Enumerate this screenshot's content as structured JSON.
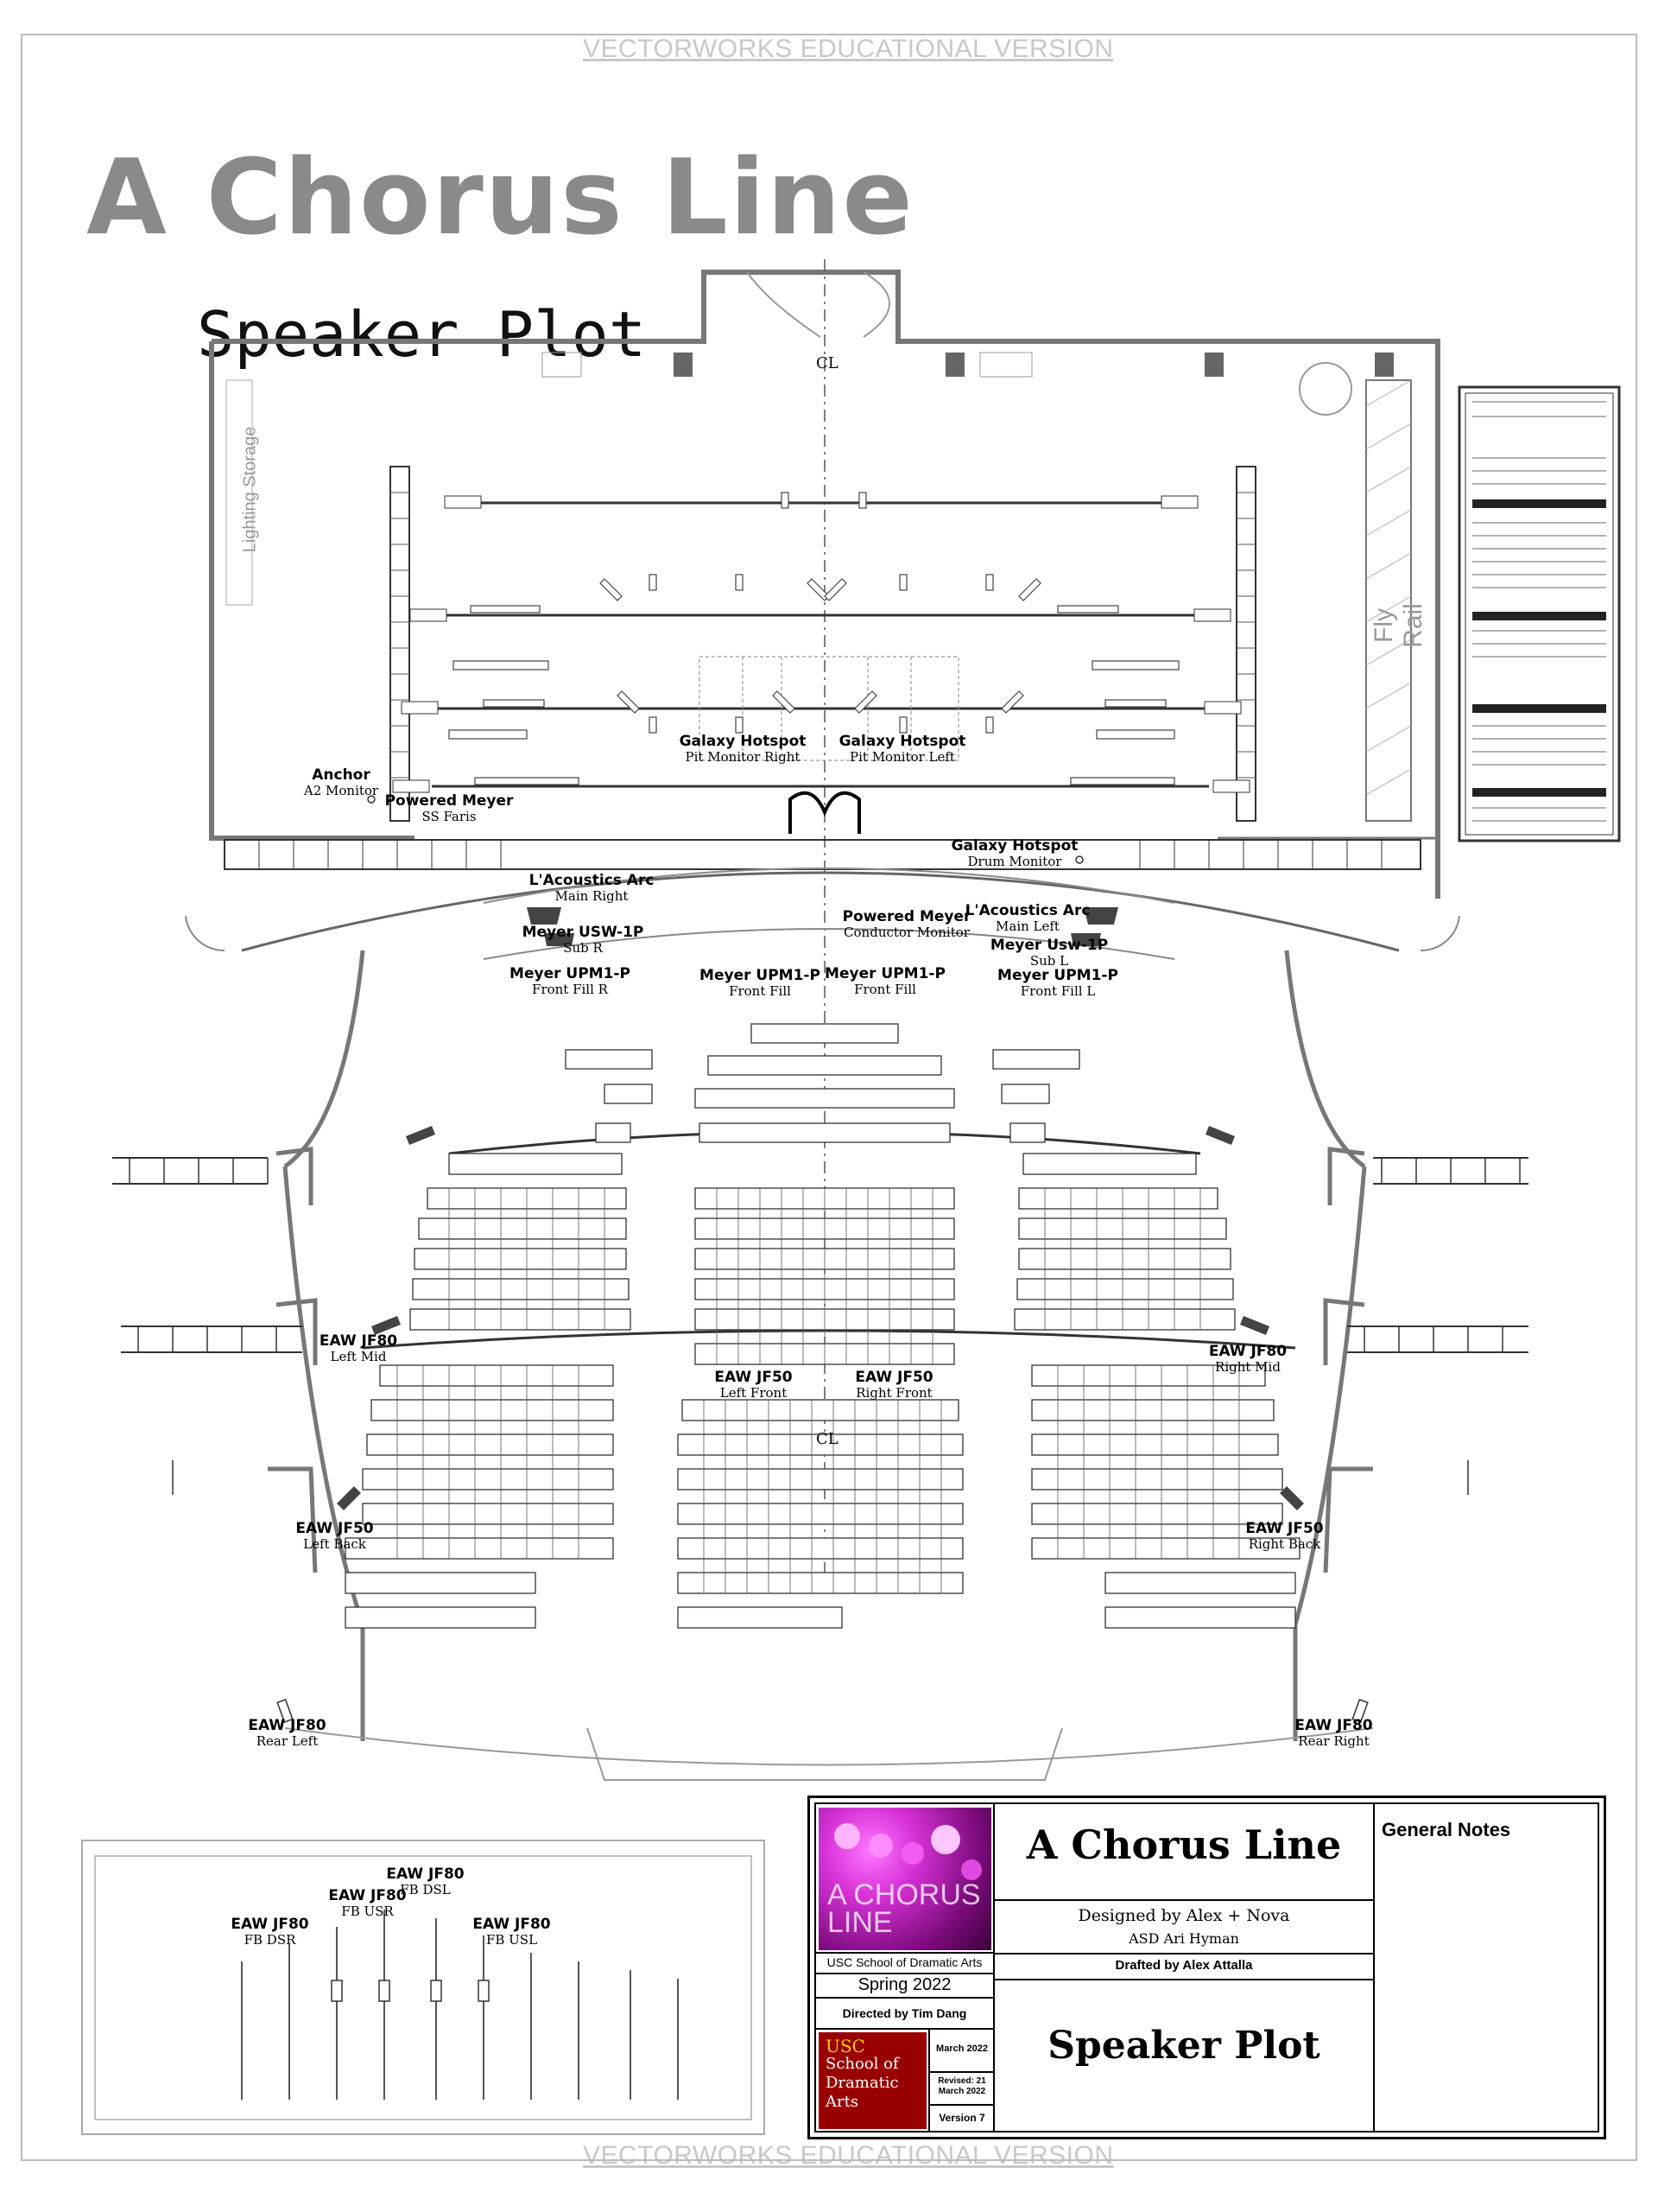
{
  "watermark": {
    "top": "VECTORWORKS EDUCATIONAL VERSION",
    "bottom": "VECTORWORKS EDUCATIONAL VERSION"
  },
  "show_title": "A Chorus Line",
  "plot_title": "Speaker Plot",
  "room_labels": {
    "lighting_storage": "Lighting Storage",
    "fly_rail": "Fly Rail",
    "centerline": "CL"
  },
  "speakers": {
    "anchor": {
      "name": "Anchor",
      "sub": "A2 Monitor"
    },
    "powered_meyer_ss": {
      "name": "Powered Meyer",
      "sub": "SS Faris"
    },
    "galaxy_pit_right": {
      "name": "Galaxy Hotspot",
      "sub": "Pit Monitor Right"
    },
    "galaxy_pit_left": {
      "name": "Galaxy Hotspot",
      "sub": "Pit Monitor Left"
    },
    "galaxy_drum": {
      "name": "Galaxy Hotspot",
      "sub": "Drum Monitor"
    },
    "lacoustics_right": {
      "name": "L'Acoustics Arc",
      "sub": "Main Right"
    },
    "lacoustics_left": {
      "name": "L'Acoustics Arc",
      "sub": "Main Left"
    },
    "powered_meyer_cond": {
      "name": "Powered Meyer",
      "sub": "Conductor Monitor"
    },
    "meyer_usw_r": {
      "name": "Meyer USW-1P",
      "sub": "Sub R"
    },
    "meyer_usw_l": {
      "name": "Meyer Usw-1P",
      "sub": "Sub L"
    },
    "upm_fill_r": {
      "name": "Meyer UPM1-P",
      "sub": "Front Fill R"
    },
    "upm_fill_c1": {
      "name": "Meyer UPM1-P",
      "sub": "Front Fill"
    },
    "upm_fill_c2": {
      "name": "Meyer UPM1-P",
      "sub": "Front Fill"
    },
    "upm_fill_l": {
      "name": "Meyer UPM1-P",
      "sub": "Front Fill L"
    },
    "jf80_left_mid": {
      "name": "EAW JF80",
      "sub": "Left Mid"
    },
    "jf80_right_mid": {
      "name": "EAW JF80",
      "sub": "Right Mid"
    },
    "jf50_left_front": {
      "name": "EAW JF50",
      "sub": "Left Front"
    },
    "jf50_right_front": {
      "name": "EAW JF50",
      "sub": "Right Front"
    },
    "jf50_left_back": {
      "name": "EAW JF50",
      "sub": "Left Back"
    },
    "jf50_right_back": {
      "name": "EAW JF50",
      "sub": "Right Back"
    },
    "jf80_rear_left": {
      "name": "EAW JF80",
      "sub": "Rear Left"
    },
    "jf80_rear_right": {
      "name": "EAW JF80",
      "sub": "Rear Right"
    },
    "fb_dsr": {
      "name": "EAW JF80",
      "sub": "FB DSR"
    },
    "fb_usr": {
      "name": "EAW JF80",
      "sub": "FB USR"
    },
    "fb_dsl": {
      "name": "EAW JF80",
      "sub": "FB DSL"
    },
    "fb_usl": {
      "name": "EAW JF80",
      "sub": "FB USL"
    }
  },
  "title_block": {
    "poster_text": "A CHORUS LINE",
    "show_title": "A Chorus Line",
    "designed_by": "Designed by Alex + Nova",
    "asd": "ASD Ari Hyman",
    "drafted_by": "Drafted by Alex Attalla",
    "school": "USC School of Dramatic Arts",
    "term": "Spring 2022",
    "director": "Directed by Tim Dang",
    "date": "March 2022",
    "revised": "Revised: 21 March 2022",
    "version": "Version 7",
    "sheet_title": "Speaker Plot",
    "general_notes": "General Notes",
    "logo_usc": "USC",
    "logo_lines": [
      "School of",
      "Dramatic",
      "Arts"
    ]
  },
  "colors": {
    "ink": "#000000",
    "title_gray": "#8a8a8a",
    "poster_magenta": "#c21fc4",
    "usc_red": "#990000",
    "usc_gold": "#ffcc00"
  }
}
